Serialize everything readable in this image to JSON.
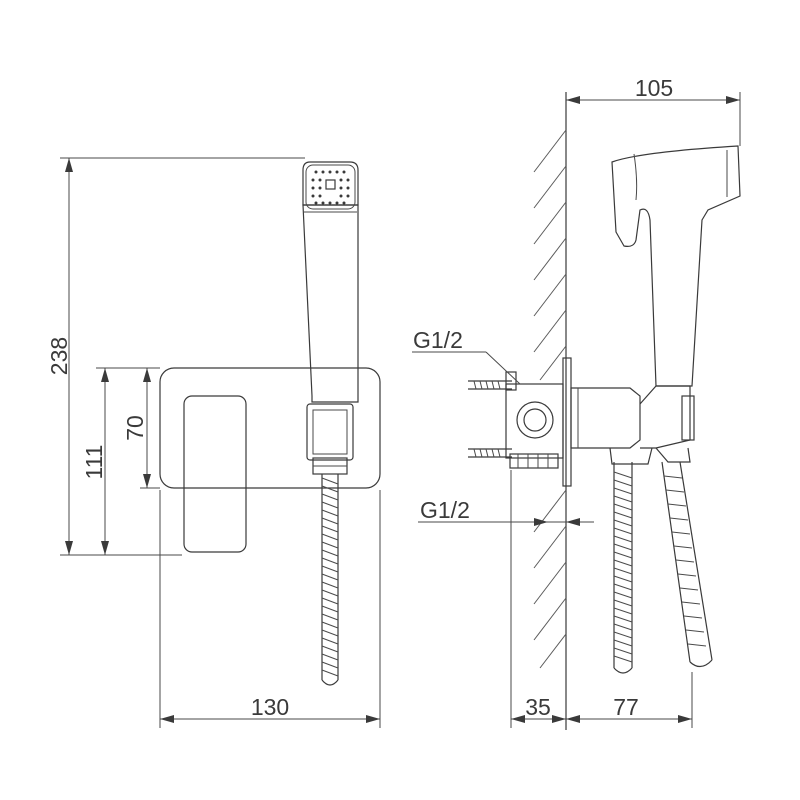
{
  "drawing": {
    "labels": {
      "dim_238": "238",
      "dim_111": "111",
      "dim_70": "70",
      "dim_130": "130",
      "dim_105": "105",
      "dim_35": "35",
      "dim_77": "77",
      "thread_upper": "G1/2",
      "thread_lower": "G1/2"
    },
    "line_color": "#3a3a3a"
  }
}
